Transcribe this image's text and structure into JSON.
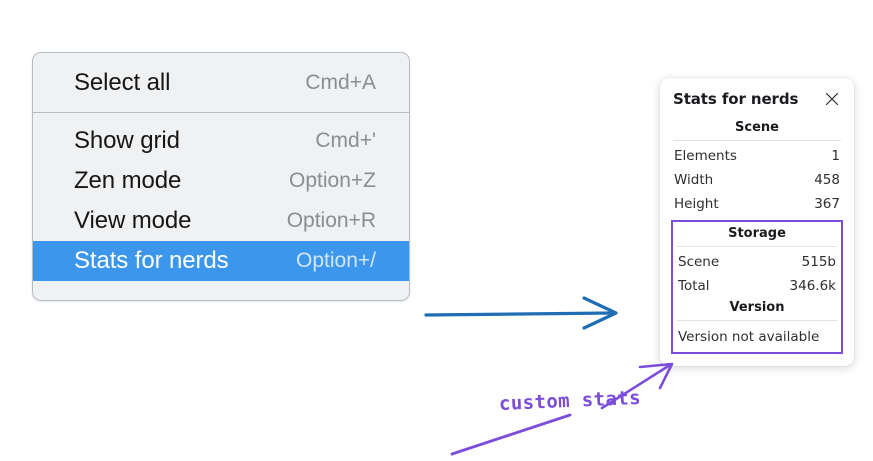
{
  "canvas": {
    "background": "#ffffff"
  },
  "context_menu": {
    "highlight_color": "#3c97ec",
    "groups": [
      {
        "items": [
          {
            "label": "Select all",
            "shortcut": "Cmd+A",
            "selected": false
          }
        ]
      },
      {
        "items": [
          {
            "label": "Show grid",
            "shortcut": "Cmd+'",
            "selected": false
          },
          {
            "label": "Zen mode",
            "shortcut": "Option+Z",
            "selected": false
          },
          {
            "label": "View mode",
            "shortcut": "Option+R",
            "selected": false
          },
          {
            "label": "Stats for nerds",
            "shortcut": "Option+/",
            "selected": true
          }
        ]
      }
    ]
  },
  "stats_panel": {
    "title": "Stats for nerds",
    "close_icon": "close-icon",
    "scene": {
      "heading": "Scene",
      "rows": [
        {
          "label": "Elements",
          "value": "1"
        },
        {
          "label": "Width",
          "value": "458"
        },
        {
          "label": "Height",
          "value": "367"
        }
      ]
    },
    "storage": {
      "heading": "Storage",
      "rows": [
        {
          "label": "Scene",
          "value": "515b"
        },
        {
          "label": "Total",
          "value": "346.6k"
        }
      ]
    },
    "version": {
      "heading": "Version",
      "text": "Version not available"
    },
    "highlight_color": "#7c4ddb"
  },
  "annotations": {
    "blue_arrow": {
      "name": "blue-arrow",
      "color": "#1f6eb5"
    },
    "purple_arrow": {
      "name": "purple-arrow",
      "color": "#7c4ddb"
    },
    "purple_underline": {
      "name": "purple-underline-stroke",
      "color": "#7c4ddb"
    },
    "custom_stats_label": "custom stats"
  }
}
